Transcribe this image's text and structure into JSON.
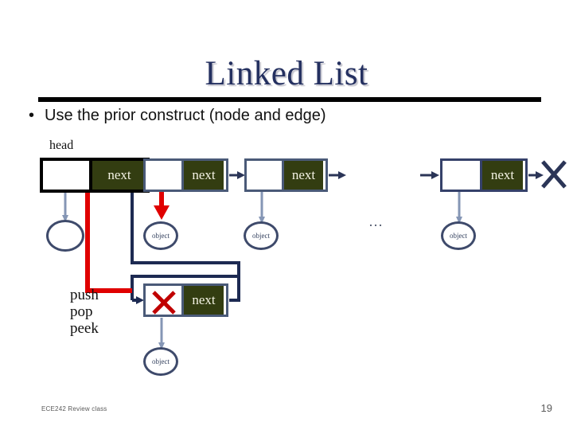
{
  "slide": {
    "title": "Linked List",
    "bullet_marker": "•",
    "bullet_text": "Use the prior construct (node and edge)",
    "head_label": "head",
    "ellipsis": "…",
    "operations": [
      "push",
      "pop",
      "peek"
    ],
    "colors": {
      "title_navy": "#243060",
      "node_border_blue": "#4a5a78",
      "node_border_black": "#000000",
      "next_field_olive": "#333d11",
      "next_field_text": "#f3f2e3",
      "object_outline": "#3e4a6b",
      "red_pointer": "#e00000",
      "navy_pointer": "#1d2a52",
      "footer_gray": "#5a5a5a"
    }
  },
  "diagram": {
    "nodes": [
      {
        "id": "node-1",
        "next_label": "next",
        "object_label": "",
        "border": "black"
      },
      {
        "id": "node-2",
        "next_label": "next",
        "object_label": "object",
        "border": "blue"
      },
      {
        "id": "node-3",
        "next_label": "next",
        "object_label": "object",
        "border": "blue"
      },
      {
        "id": "node-4",
        "next_label": "next",
        "object_label": "object",
        "border": "blue"
      },
      {
        "id": "node-new",
        "next_label": "next",
        "object_label": "object",
        "border": "blue"
      }
    ],
    "null_marker": "X",
    "deleted_marker": "X"
  },
  "footer": {
    "course": "ECE242 Review class",
    "page_number": "19"
  }
}
